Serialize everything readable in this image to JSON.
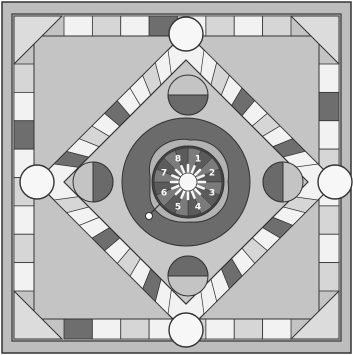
{
  "board": {
    "name": "Game board",
    "colors": {
      "background": "#ffffff",
      "outer_field": "#bdbdbd",
      "inner_field": "#c8c8c8",
      "frame_line": "#333333",
      "track_light": "#f2f2f2",
      "track_mid": "#d6d6d6",
      "track_dark": "#6e6e6e",
      "corner_fill": "#cfcfcf",
      "ring_dark": "#6b6b6b",
      "ring_light": "#b3b3b3",
      "hub_white": "#f7f7f7",
      "disc_dark": "#6a6a6a",
      "disc_light": "#c4c4c4"
    },
    "spinner": {
      "numbers": [
        "1",
        "2",
        "3",
        "4",
        "5",
        "6",
        "7",
        "8"
      ],
      "sectors": 16
    },
    "phase_discs": [
      {
        "name": "top",
        "dark_half": "bottom"
      },
      {
        "name": "right",
        "dark_half": "left"
      },
      {
        "name": "bottom",
        "dark_half": "top"
      },
      {
        "name": "left",
        "dark_half": "right"
      }
    ],
    "corner_circles": 4,
    "square_track": {
      "segments_per_side": 8
    },
    "diamond_track": {
      "segments_per_side": 9
    }
  }
}
